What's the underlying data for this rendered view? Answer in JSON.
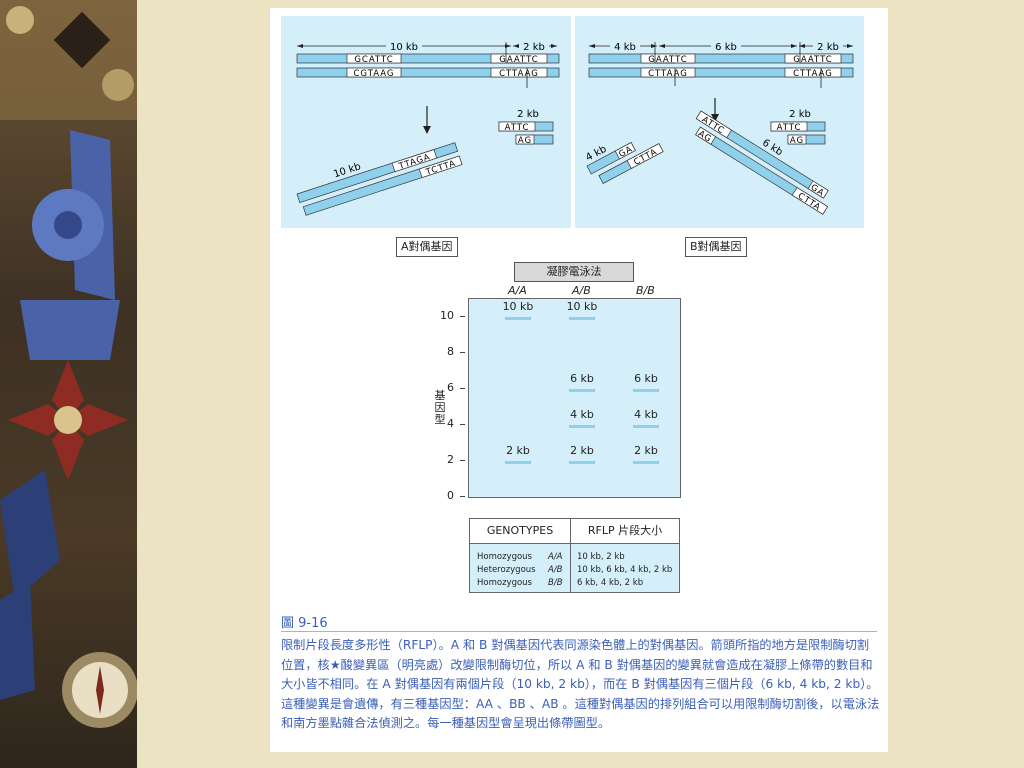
{
  "figure": {
    "number": "圖 9-16",
    "caption": "限制片段長度多形性（RFLP）。A 和 B 對偶基因代表同源染色體上的對偶基因。箭頭所指的地方是限制酶切割位置，核★酸變異區（明亮處）改變限制酶切位，所以 A 和 B 對偶基因的變異就會造成在凝膠上條帶的數目和大小皆不相同。在 A 對偶基因有兩個片段（10 kb, 2 kb），而在 B 對偶基因有三個片段（6 kb, 4 kb, 2 kb）。這種變異是會遺傳，有三種基因型：AA 、BB 、AB 。這種對偶基因的排列組合可以用限制酶切割後，以電泳法和南方墨點雜合法偵測之。每一種基因型會呈現出條帶圖型。"
  },
  "colors": {
    "dna": "#8fd0ec",
    "panel": "#d4effa",
    "caption": "#3b5fb8",
    "page": "#ebe3c1"
  },
  "allele_a": {
    "label": "A對偶基因",
    "span_10": "10 kb",
    "span_2": "2 kb",
    "site1_top": "GCATTC",
    "site1_bottom": "CGTAAG",
    "site2_top": "GAATTC",
    "site2_bottom": "CTTAAG",
    "frag_small_label": "2 kb",
    "frag_small_top": "ATTC",
    "frag_small_bottom": "AG",
    "frag_large_label": "10 kb",
    "frag_large_top": "TTAGA",
    "frag_large_bottom": "TCTTA"
  },
  "allele_b": {
    "label": "B對偶基因",
    "span_4": "4 kb",
    "span_6": "6 kb",
    "span_2": "2 kb",
    "site1_top": "GAATTC",
    "site1_bottom": "CTTAAG",
    "site2_top": "GAATTC",
    "site2_bottom": "CTTAAG",
    "frag_4_label": "4 kb",
    "frag_4_top": "GA",
    "frag_4_bottom": "CTTA",
    "frag_6_label": "6 kb",
    "frag_6_top_left": "ATTC",
    "frag_6_bottom_left": "AG",
    "frag_6_top_right": "GA",
    "frag_6_bottom_right": "CTTA",
    "frag_2_label": "2 kb",
    "frag_2_top": "ATTC",
    "frag_2_bottom": "AG"
  },
  "gel": {
    "title": "凝膠電泳法",
    "y_axis_label": "基因型",
    "y_ticks": [
      10,
      8,
      6,
      4,
      2,
      0
    ],
    "y_range": [
      0,
      11
    ],
    "lanes": [
      {
        "genotype": "A/A",
        "bands": [
          {
            "kb": 10,
            "label": "10 kb"
          },
          {
            "kb": 2,
            "label": "2 kb"
          }
        ]
      },
      {
        "genotype": "A/B",
        "bands": [
          {
            "kb": 10,
            "label": "10 kb"
          },
          {
            "kb": 6,
            "label": "6 kb"
          },
          {
            "kb": 4,
            "label": "4 kb"
          },
          {
            "kb": 2,
            "label": "2 kb"
          }
        ]
      },
      {
        "genotype": "B/B",
        "bands": [
          {
            "kb": 6,
            "label": "6 kb"
          },
          {
            "kb": 4,
            "label": "4 kb"
          },
          {
            "kb": 2,
            "label": "2 kb"
          }
        ]
      }
    ]
  },
  "table": {
    "col1": "GENOTYPES",
    "col2": "RFLP 片段大小",
    "rows": [
      {
        "type": "Homozygous",
        "genotype": "A/A",
        "sizes": "10 kb, 2 kb"
      },
      {
        "type": "Heterozygous",
        "genotype": "A/B",
        "sizes": "10 kb, 6 kb, 4 kb, 2 kb"
      },
      {
        "type": "Homozygous",
        "genotype": "B/B",
        "sizes": "6 kb, 4 kb, 2 kb"
      }
    ]
  }
}
